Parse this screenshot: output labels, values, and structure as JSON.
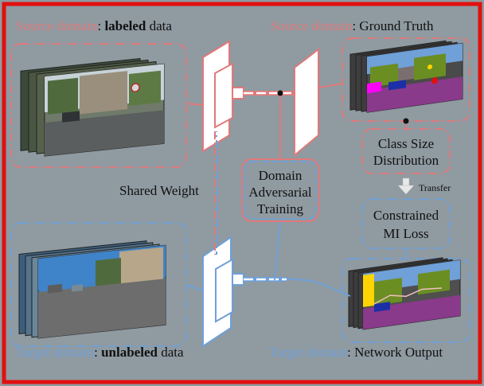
{
  "labels": {
    "source_domain_word": "Source domain",
    "source_labeled_colon": ": ",
    "source_labeled_bold": "labeled",
    "source_labeled_rest": " data",
    "source_gt_word": "Source domain",
    "source_gt_rest": ": Ground Truth",
    "target_domain_word": "Target domain",
    "target_unlabeled_colon": ": ",
    "target_unlabeled_bold": "unlabeled",
    "target_unlabeled_rest": " data",
    "target_out_word": "Target domain",
    "target_out_rest": ": Network Output",
    "shared_weight": "Shared Weight",
    "domain_adv_line1": "Domain",
    "domain_adv_line2": "Adversarial",
    "domain_adv_line3": "Training",
    "class_size_line1": "Class Size",
    "class_size_line2": "Distribution",
    "transfer": "Transfer",
    "constrained_line1": "Constrained",
    "constrained_line2": "MI Loss"
  },
  "colors": {
    "background": "#8f9aa1",
    "frame": "#e01010",
    "source": "#e0797a",
    "target": "#6fa0d8",
    "text": "#111111"
  }
}
